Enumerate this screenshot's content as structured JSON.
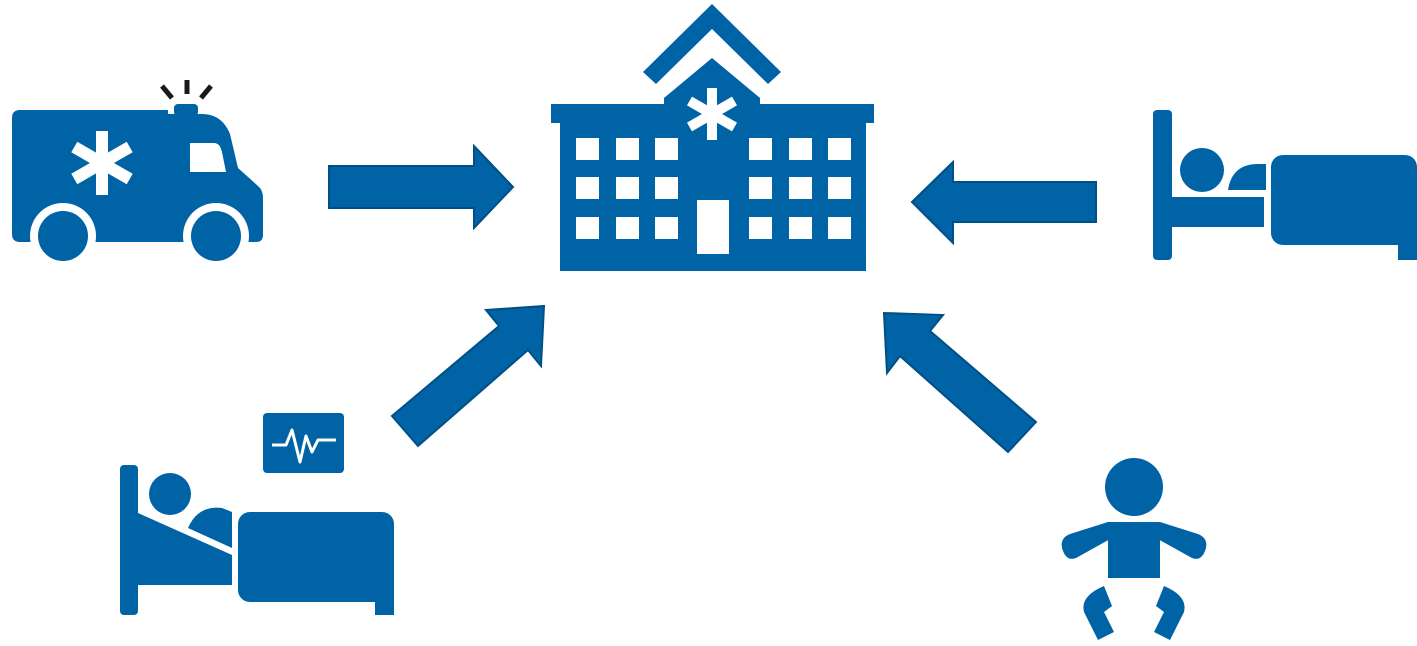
{
  "colors": {
    "primary": "#0063a6",
    "primary_dark": "#004f86",
    "background": "#ffffff",
    "siren_rays": "#1a1a1a"
  },
  "nodes": [
    {
      "id": "hospital",
      "icon": "hospital-building-icon",
      "role": "destination"
    },
    {
      "id": "ambulance",
      "icon": "ambulance-icon",
      "role": "source"
    },
    {
      "id": "home-bed-patient",
      "icon": "patient-in-bed-icon",
      "role": "source"
    },
    {
      "id": "monitored-patient",
      "icon": "patient-with-heart-monitor-icon",
      "role": "source"
    },
    {
      "id": "infant",
      "icon": "baby-icon",
      "role": "source"
    }
  ],
  "edges": [
    {
      "from": "ambulance",
      "to": "hospital"
    },
    {
      "from": "home-bed-patient",
      "to": "hospital"
    },
    {
      "from": "monitored-patient",
      "to": "hospital"
    },
    {
      "from": "infant",
      "to": "hospital"
    }
  ]
}
